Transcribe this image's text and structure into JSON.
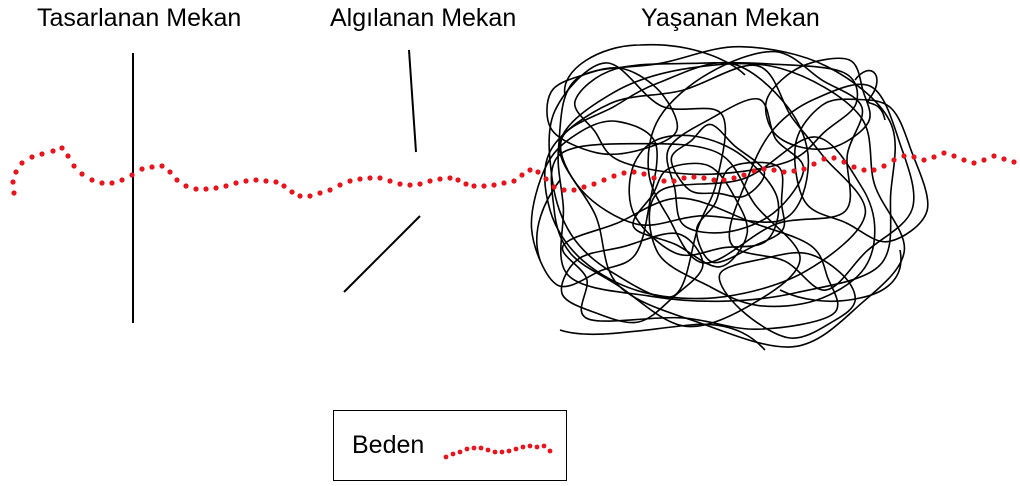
{
  "labels": {
    "designed_space": "Tasarlanan Mekan",
    "perceived_space": "Algılanan Mekan",
    "lived_space": "Yaşanan Mekan"
  },
  "legend": {
    "body_label": "Beden"
  },
  "colors": {
    "body_dots": "#e8141c",
    "lines": "#000000"
  }
}
